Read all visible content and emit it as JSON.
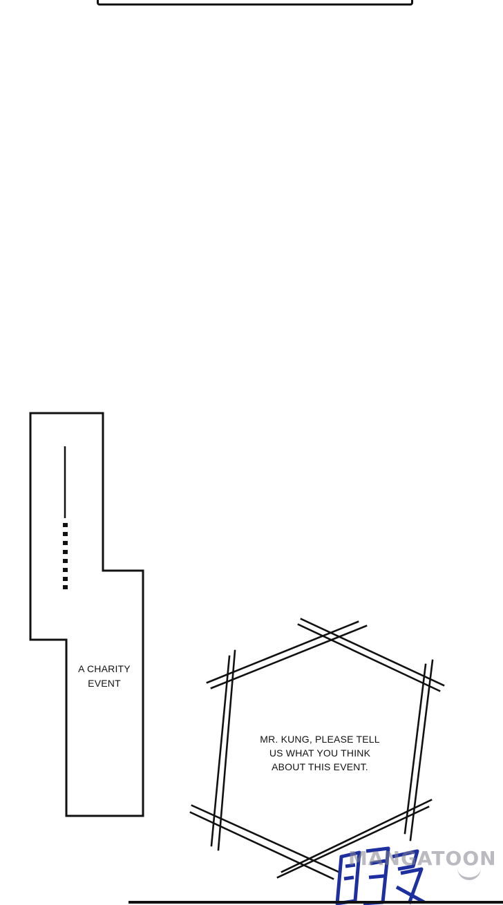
{
  "caption_box": {
    "text_line1": "A CHARITY",
    "text_line2": "EVENT"
  },
  "speech_bubble": {
    "text_line1": "MR. KUNG, PLEASE TELL",
    "text_line2": "US WHAT YOU THINK",
    "text_line3": "ABOUT THIS EVENT."
  },
  "watermark": {
    "logo_text": "MANGATOON"
  },
  "colors": {
    "ink": "#111111",
    "background": "#ffffff",
    "watermark_blue": "#1e2fa0"
  }
}
